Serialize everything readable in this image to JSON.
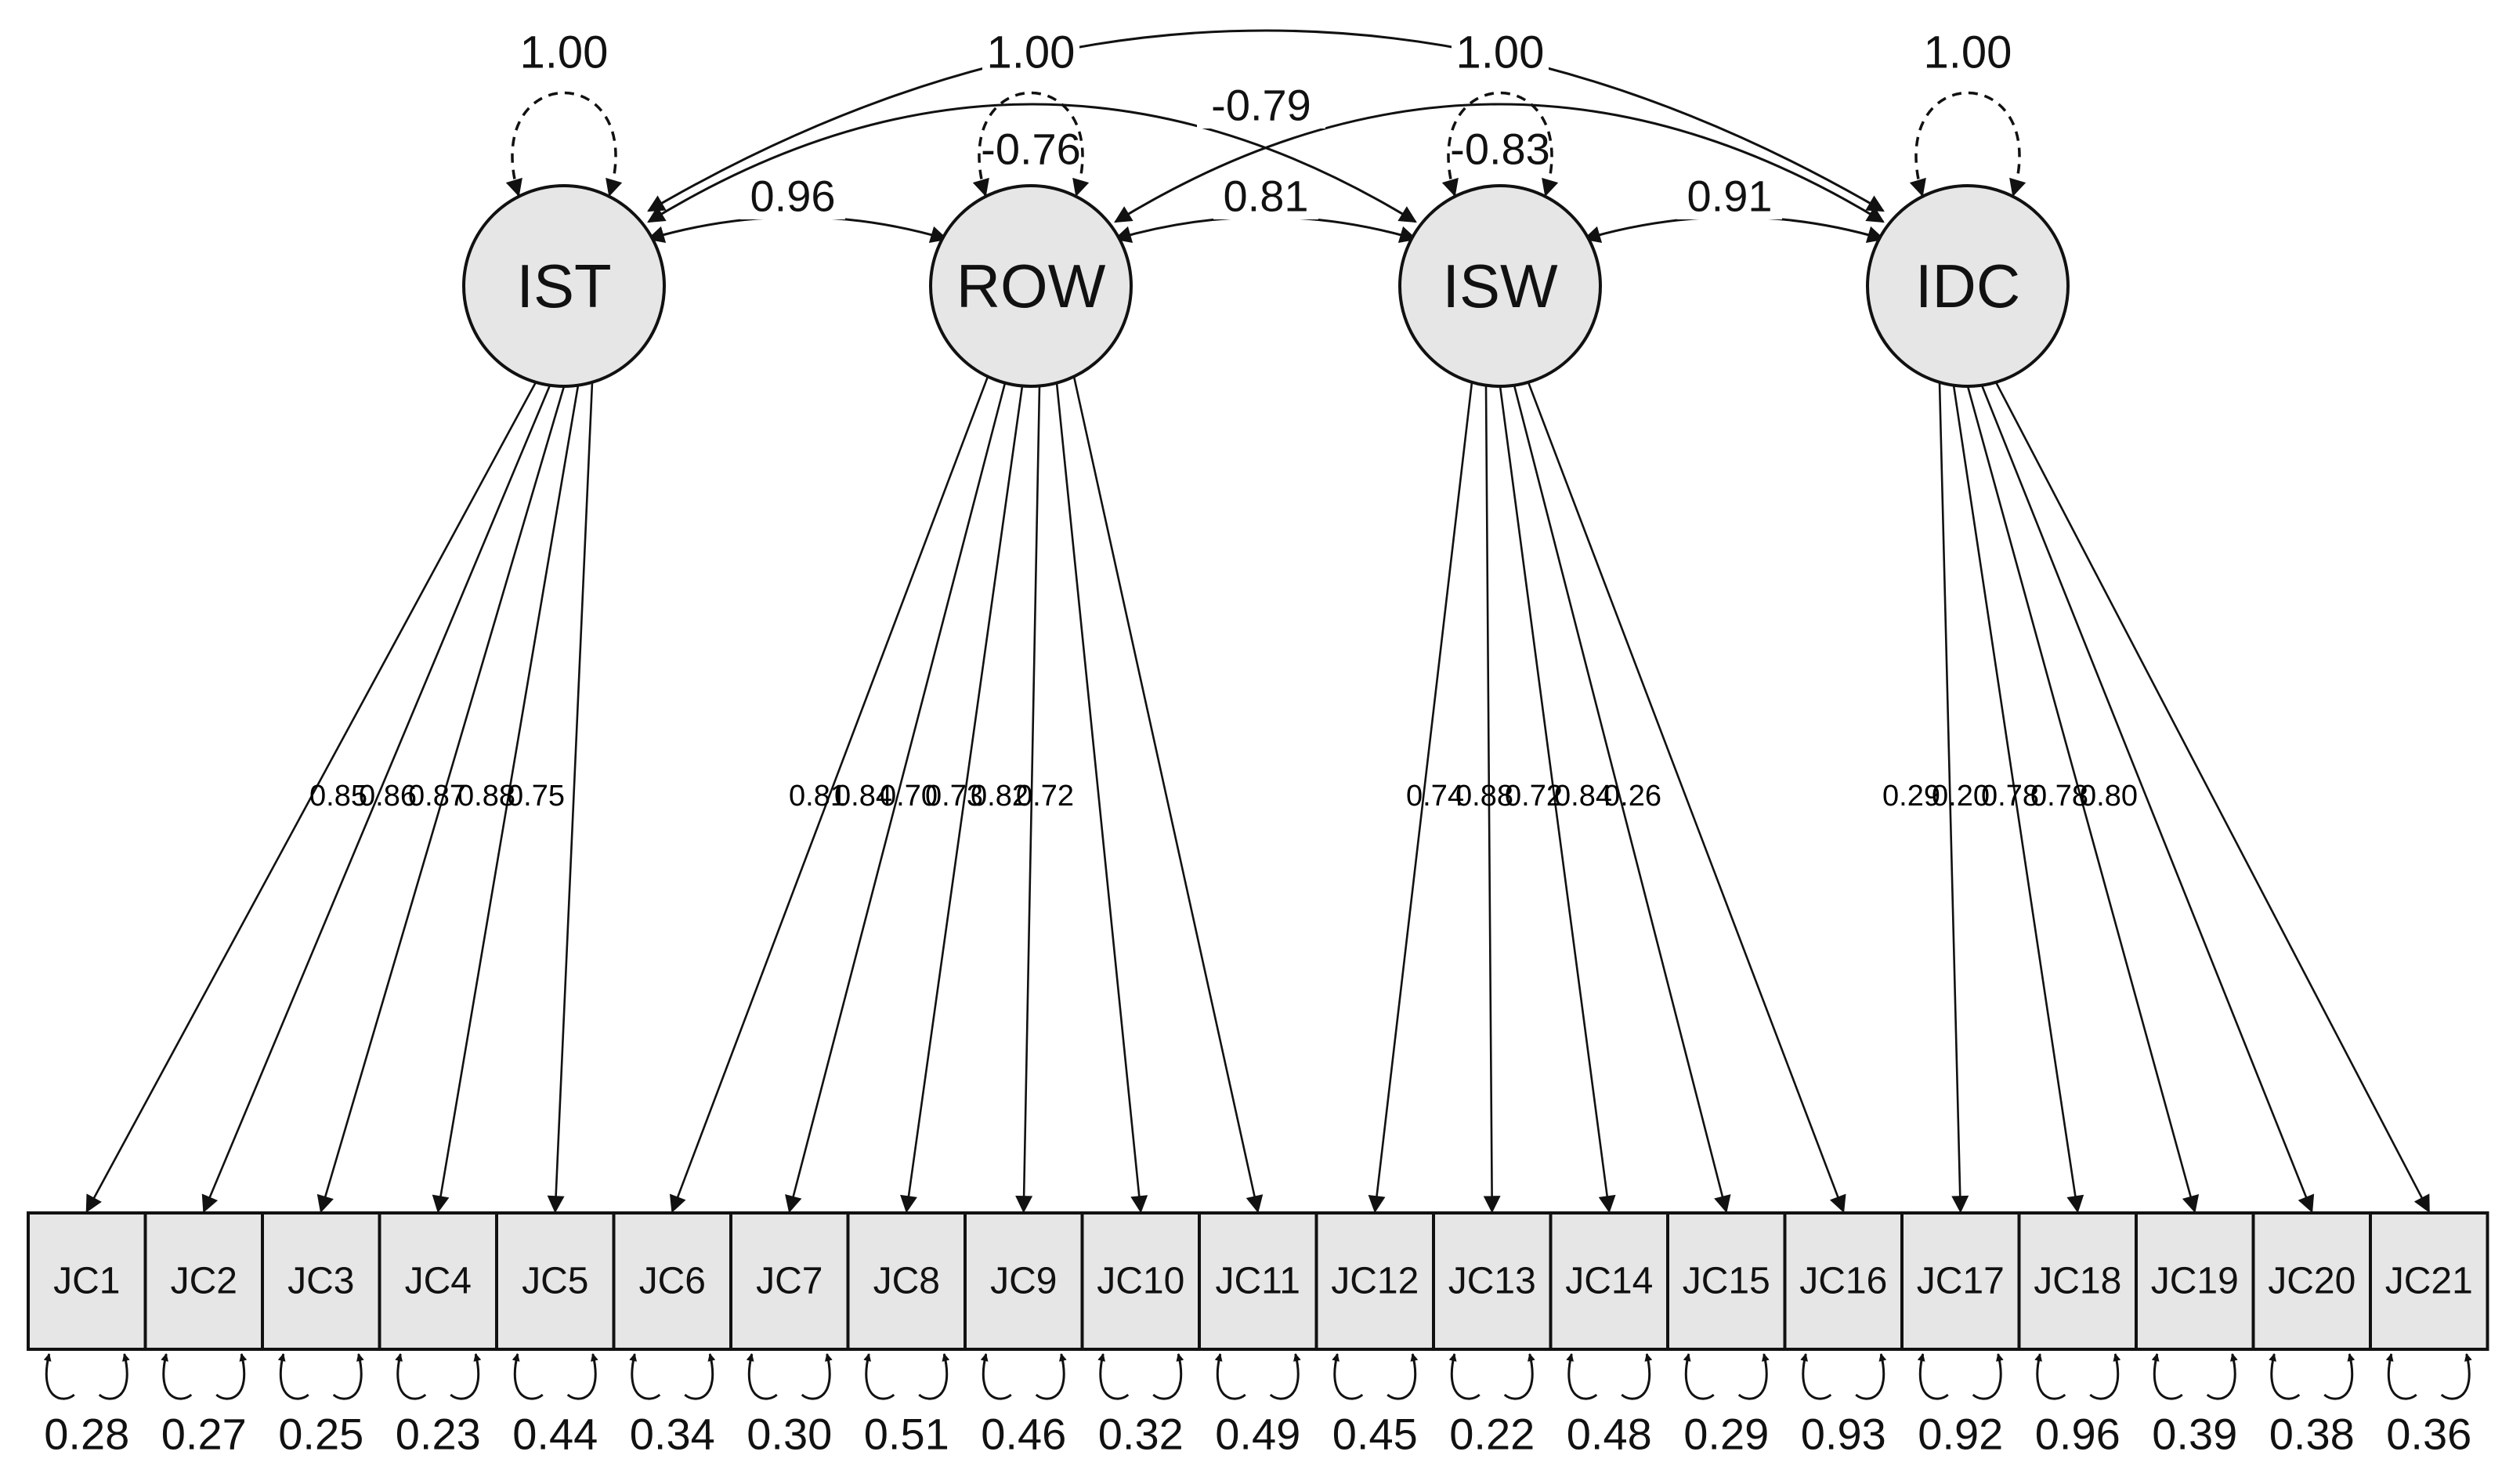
{
  "factors": [
    {
      "id": "IST",
      "label": "IST",
      "variance": "1.00",
      "items": [
        0,
        1,
        2,
        3,
        4
      ],
      "loadings": [
        "0.85",
        "0.86",
        "0.87",
        "0.88",
        "0.75"
      ]
    },
    {
      "id": "ROW",
      "label": "ROW",
      "variance": "1.00",
      "items": [
        5,
        6,
        7,
        8,
        9,
        10
      ],
      "loadings": [
        "0.81",
        "0.84",
        "0.70",
        "0.73",
        "0.82",
        "0.72"
      ]
    },
    {
      "id": "ISW",
      "label": "ISW",
      "variance": "1.00",
      "items": [
        11,
        12,
        13,
        14,
        15
      ],
      "loadings": [
        "0.74",
        "0.88",
        "0.72",
        "0.84",
        "0.26"
      ]
    },
    {
      "id": "IDC",
      "label": "IDC",
      "variance": "1.00",
      "items": [
        16,
        17,
        18,
        19,
        20
      ],
      "loadings": [
        "0.29",
        "0.20",
        "0.78",
        "0.78",
        "0.80"
      ]
    }
  ],
  "items": [
    {
      "label": "JC1",
      "residual": "0.28"
    },
    {
      "label": "JC2",
      "residual": "0.27"
    },
    {
      "label": "JC3",
      "residual": "0.25"
    },
    {
      "label": "JC4",
      "residual": "0.23"
    },
    {
      "label": "JC5",
      "residual": "0.44"
    },
    {
      "label": "JC6",
      "residual": "0.34"
    },
    {
      "label": "JC7",
      "residual": "0.30"
    },
    {
      "label": "JC8",
      "residual": "0.51"
    },
    {
      "label": "JC9",
      "residual": "0.46"
    },
    {
      "label": "JC10",
      "residual": "0.32"
    },
    {
      "label": "JC11",
      "residual": "0.49"
    },
    {
      "label": "JC12",
      "residual": "0.45"
    },
    {
      "label": "JC13",
      "residual": "0.22"
    },
    {
      "label": "JC14",
      "residual": "0.48"
    },
    {
      "label": "JC15",
      "residual": "0.29"
    },
    {
      "label": "JC16",
      "residual": "0.93"
    },
    {
      "label": "JC17",
      "residual": "0.92"
    },
    {
      "label": "JC18",
      "residual": "0.96"
    },
    {
      "label": "JC19",
      "residual": "0.39"
    },
    {
      "label": "JC20",
      "residual": "0.38"
    },
    {
      "label": "JC21",
      "residual": "0.36"
    }
  ],
  "covariances": [
    {
      "from": "IST",
      "to": "ROW",
      "value": "0.96"
    },
    {
      "from": "ROW",
      "to": "ISW",
      "value": "0.81"
    },
    {
      "from": "ISW",
      "to": "IDC",
      "value": "0.91"
    },
    {
      "from": "IST",
      "to": "ISW",
      "value": "-0.76"
    },
    {
      "from": "ROW",
      "to": "IDC",
      "value": "-0.83"
    },
    {
      "from": "IST",
      "to": "IDC",
      "value": "-0.79"
    }
  ]
}
